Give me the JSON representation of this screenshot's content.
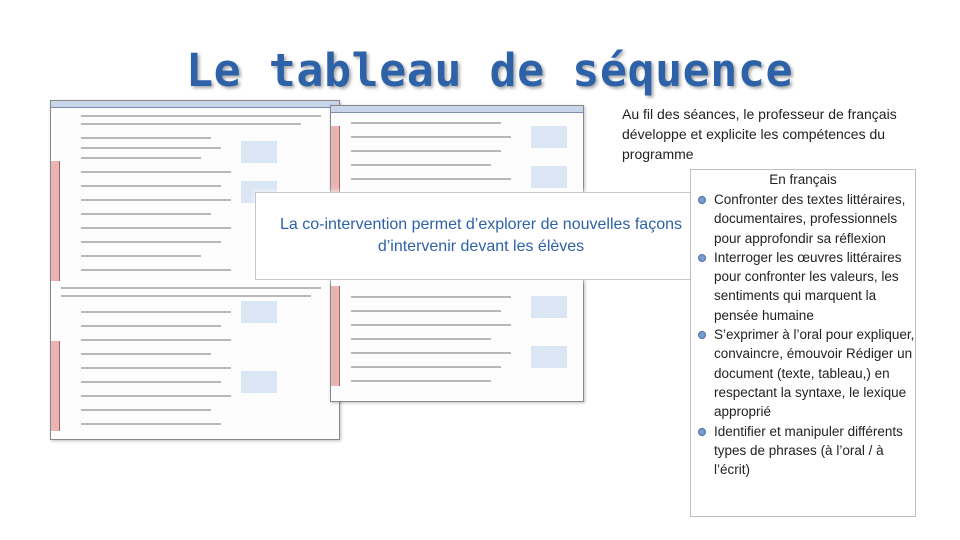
{
  "slide": {
    "title": "Le tableau de séquence",
    "paragraph": "Au fil des séances, le professeur de français développe et explicite les compétences du programme",
    "overlay_text": "La co-intervention permet d’explorer de nouvelles façons d’intervenir devant les élèves",
    "list_title": "En français",
    "list_items": [
      "Confronter des textes littéraires, documentaires, professionnels pour approfondir sa réflexion",
      "Interroger les œuvres littéraires pour confronter les valeurs, les sentiments qui marquent la pensée humaine",
      "S’exprimer à l’oral pour expliquer, convaincre, émouvoir Rédiger un document (texte, tableau,) en respectant la syntaxe, le lexique approprié",
      "Identifier et manipuler différents types de phrases (à l’oral / à l’écrit)"
    ]
  },
  "colors": {
    "title": "#2d62a8",
    "overlay_text": "#2d62a8",
    "bullet": "#7a9bd0"
  }
}
